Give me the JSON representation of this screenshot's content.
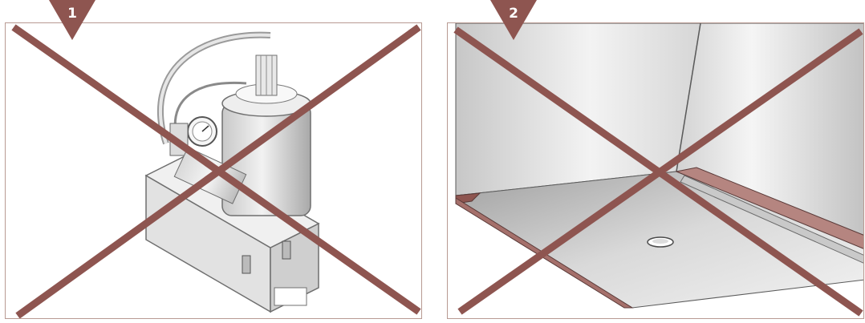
{
  "colors": {
    "accent": "#8e5550",
    "border": "#b89a92",
    "cross": "#8e5550"
  },
  "panels": [
    {
      "number": "1",
      "depicts": "vacuum-pump-device",
      "status": "crossed-out"
    },
    {
      "number": "2",
      "depicts": "cabinet-floor-interior",
      "status": "crossed-out"
    }
  ]
}
